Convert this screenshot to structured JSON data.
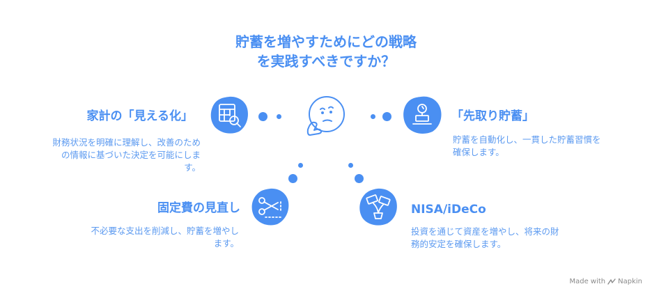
{
  "title": {
    "line1": "貯蓄を増やすためにどの戦略",
    "line2": "を実践すべきですか？"
  },
  "items": [
    {
      "heading": "家計の「見える化」",
      "desc_lines": [
        "財務状況を明確に理解し、改善のため",
        "の情報に基づいた決定を可能にしま",
        "す。"
      ],
      "icon": "calculator-search-icon"
    },
    {
      "heading": "「先取り貯蓄」",
      "desc_lines": [
        "貯蓄を自動化し、一貫した貯蓄習慣を",
        "確保します。"
      ],
      "icon": "cash-register-icon"
    },
    {
      "heading": "固定費の見直し",
      "desc_lines": [
        "不必要な支出を削減し、貯蓄を増やし",
        "ます。"
      ],
      "icon": "scissors-icon"
    },
    {
      "heading": "NISA/iDeCo",
      "desc_lines": [
        "投資を通じて資産を増やし、将来の財",
        "務的安定を確保します。"
      ],
      "icon": "money-plant-icon"
    }
  ],
  "center_icon": "thinking-face-icon",
  "footer": {
    "text": "Made with",
    "brand": "Napkin"
  },
  "colors": {
    "accent": "#4a8ff2",
    "text": "#5c9af0",
    "footer": "#8a8a8a"
  }
}
